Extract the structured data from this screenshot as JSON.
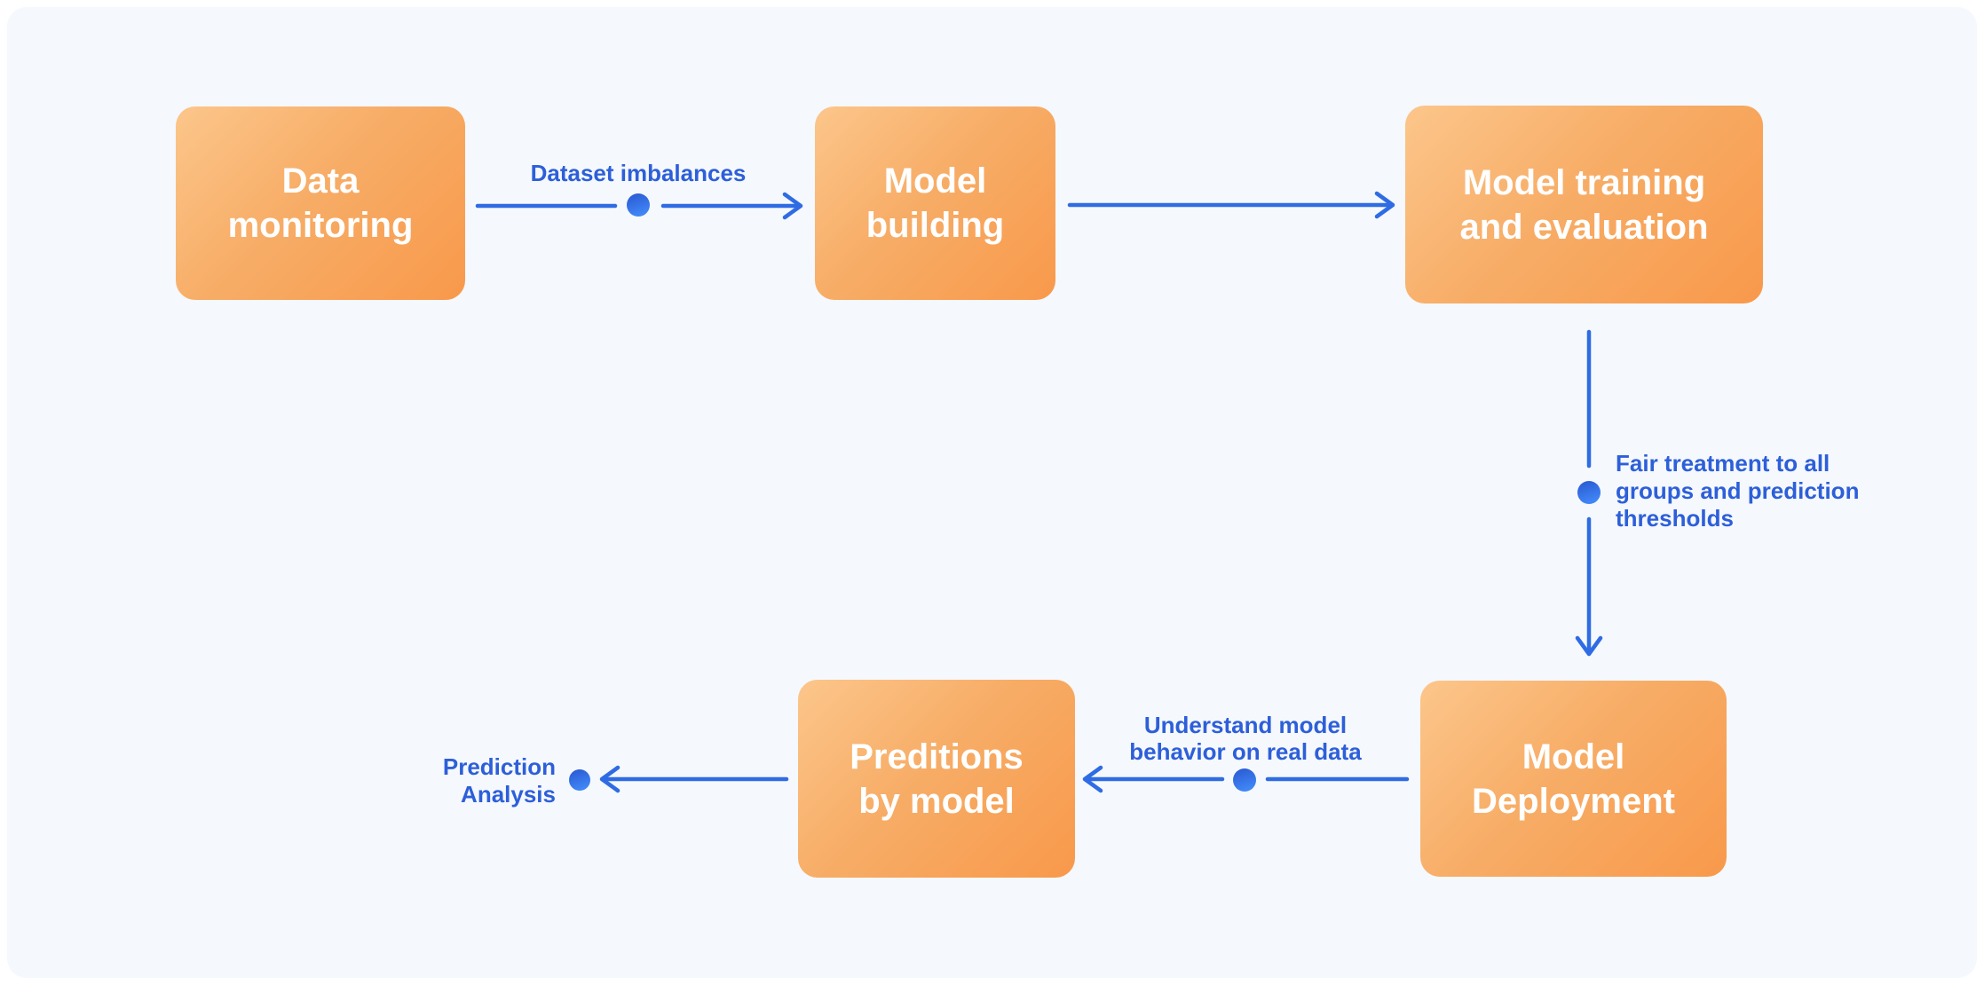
{
  "colors": {
    "canvas-bg": "#ffffff",
    "panel-bg": "#f5f8fd",
    "line-blue": "#2f6ce4",
    "label-blue": "#2d5fd9",
    "dot-blue-top": "#2a57d0",
    "dot-blue-bottom": "#3f86f6",
    "box-orange-light": "#fcc68b",
    "box-orange-mid": "#f7ad67",
    "box-orange-dark": "#f8994b",
    "box-text": "#ffffff"
  },
  "diagram": {
    "nodes": [
      {
        "id": "data-monitoring",
        "label": "Data\nmonitoring"
      },
      {
        "id": "model-building",
        "label": "Model\nbuilding"
      },
      {
        "id": "model-training-evaluation",
        "label": "Model training\nand evaluation"
      },
      {
        "id": "model-deployment",
        "label": "Model\nDeployment"
      },
      {
        "id": "predictions-by-model",
        "label": "Preditions\nby model"
      }
    ],
    "edge_labels": [
      {
        "id": "dataset-imbalances",
        "text": "Dataset imbalances"
      },
      {
        "id": "fair-treatment",
        "text": "Fair treatment to all\ngroups and prediction\nthresholds"
      },
      {
        "id": "understand-model-behavior",
        "text": "Understand model\nbehavior on real data"
      },
      {
        "id": "prediction-analysis",
        "text": "Prediction\nAnalysis"
      }
    ]
  }
}
